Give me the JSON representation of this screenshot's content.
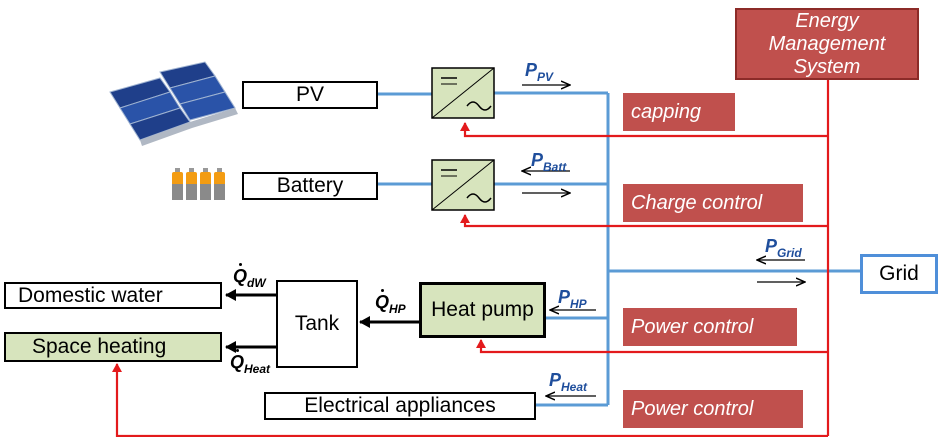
{
  "ems": {
    "line1": "Energy",
    "line2": "Management",
    "line3": "System"
  },
  "components": {
    "pv": "PV",
    "battery": "Battery",
    "domestic_water": "Domestic water",
    "space_heating": "Space heating",
    "tank": "Tank",
    "heat_pump": "Heat pump",
    "electrical_appliances": "Electrical appliances",
    "grid": "Grid"
  },
  "controls": {
    "capping": "capping",
    "charge_control": "Charge control",
    "power_control_hp": "Power control",
    "power_control_appliances": "Power control"
  },
  "flows": {
    "p_pv": {
      "symbol": "P",
      "sub": "PV"
    },
    "p_batt": {
      "symbol": "P",
      "sub": "Batt"
    },
    "p_grid": {
      "symbol": "P",
      "sub": "Grid"
    },
    "p_hp": {
      "symbol": "P",
      "sub": "HP"
    },
    "p_heat": {
      "symbol": "P",
      "sub": "Heat"
    },
    "q_dw": {
      "symbol": "Q",
      "sub": "dW"
    },
    "q_hp": {
      "symbol": "Q",
      "sub": "HP"
    },
    "q_heat": {
      "symbol": "Q",
      "sub": "Heat"
    }
  },
  "colors": {
    "electric_line": "#5b9bd5",
    "control_line": "#e31a1c",
    "control_box": "#c0504d",
    "thermal_box": "#d7e4bd",
    "flow_label": "#1f4e9c"
  },
  "icons": [
    "solar-panel-icon",
    "battery-cells-icon",
    "inverter-icon"
  ]
}
